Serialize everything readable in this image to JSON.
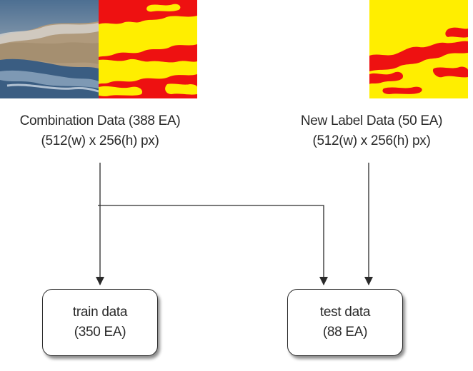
{
  "sources": [
    {
      "title": "Combination Data (388 EA)",
      "size": "(512(w) x 256(h) px)"
    },
    {
      "title": "New Label Data (50 EA)",
      "size": "(512(w) x 256(h) px)"
    }
  ],
  "outputs": [
    {
      "title": "train data",
      "count": "(350 EA)"
    },
    {
      "title": "test data",
      "count": "(88 EA)"
    }
  ],
  "colors": {
    "label_red": "#ee1111",
    "label_yellow": "#ffee00",
    "line": "#2a2a2a"
  }
}
